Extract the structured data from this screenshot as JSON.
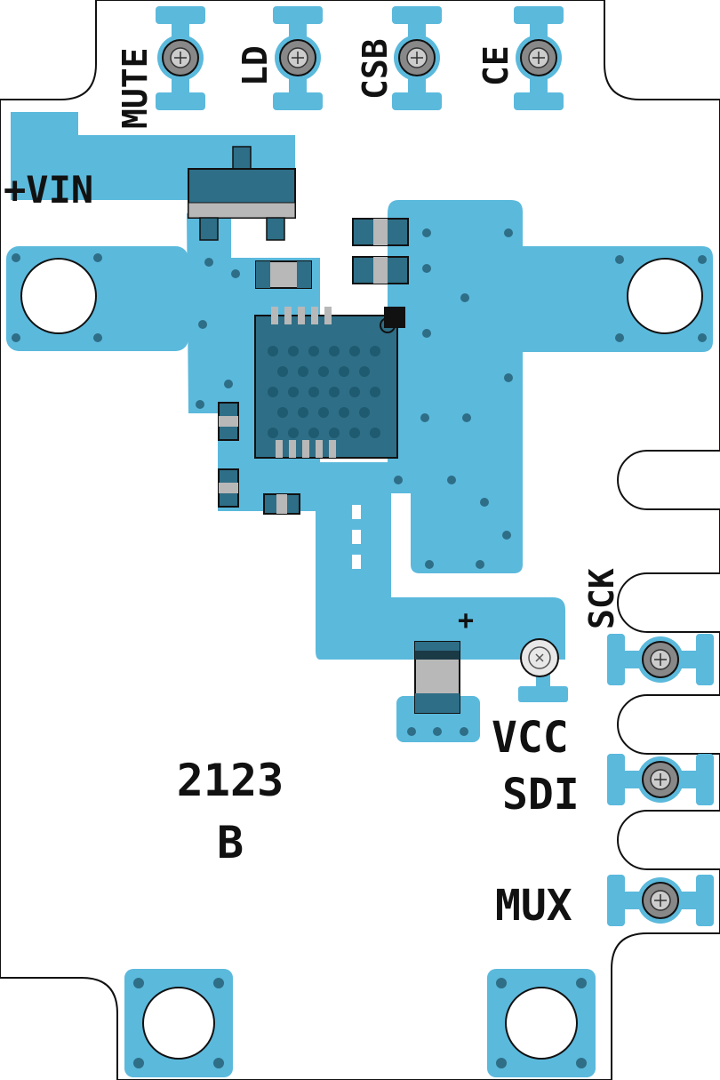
{
  "board": {
    "part_number": "2123",
    "revision": "B",
    "polarity_mark": "+"
  },
  "pins_top": [
    {
      "label": "MUTE"
    },
    {
      "label": "LD"
    },
    {
      "label": "CSB"
    },
    {
      "label": "CE"
    }
  ],
  "pins_right": [
    {
      "label": "SCK"
    },
    {
      "label": "SDI"
    },
    {
      "label": "MUX"
    }
  ],
  "power": {
    "vin_label": "+VIN",
    "vcc_label": "VCC"
  },
  "colors": {
    "board": "#ffffff",
    "copper": "#5bb9dc",
    "component": "#2e6e86",
    "pad": "#b8b8b8",
    "outline": "#111111"
  }
}
